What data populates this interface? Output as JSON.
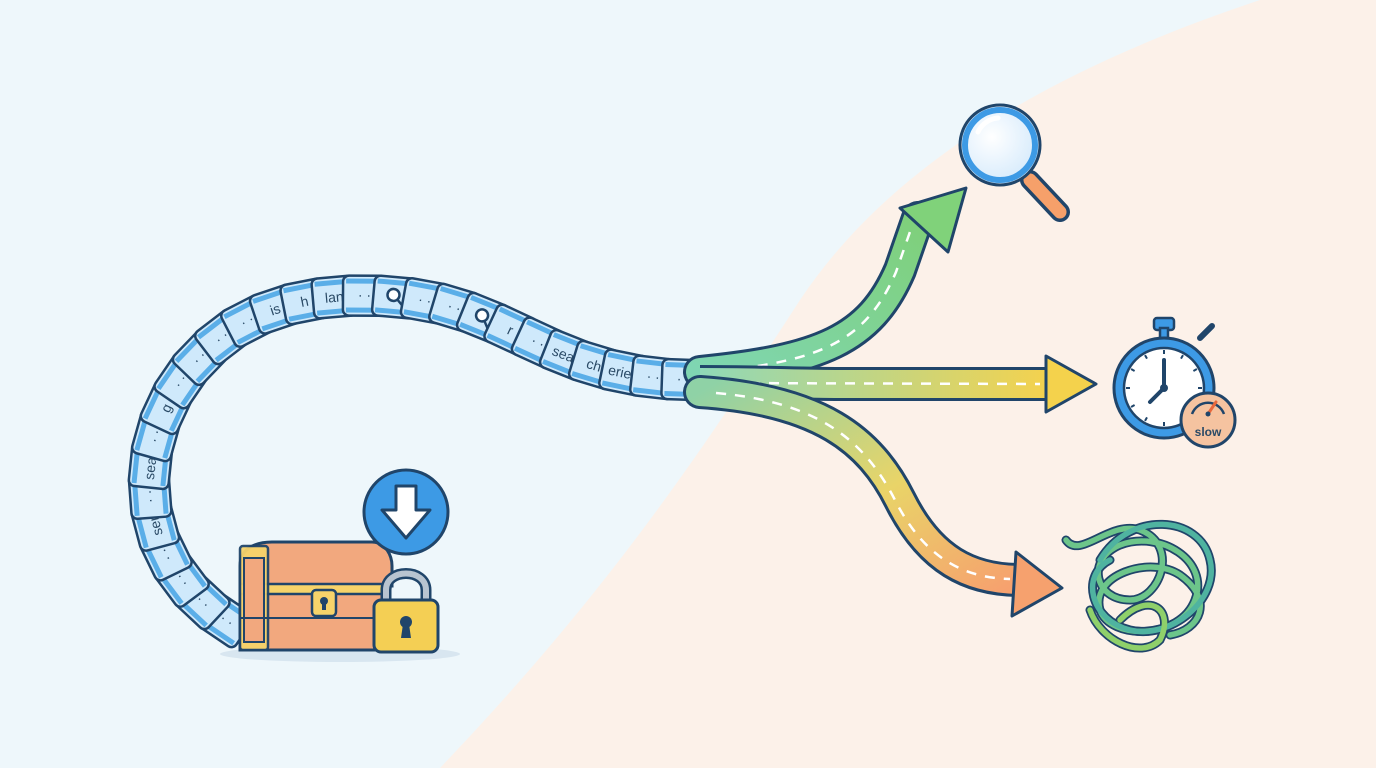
{
  "colors": {
    "bg_left": "#eef7fb",
    "bg_right": "#fcf1e9",
    "outline": "#20456a",
    "token_fill": "#cfe9fb",
    "token_stripe": "#5aaee8",
    "blue_accent": "#3d9ae5",
    "green": "#6cc58a",
    "yellow": "#f4d24f",
    "orange": "#f6a56a",
    "chest_wood": "#f2a87e",
    "chest_trim": "#f6d36a",
    "lock_gold": "#f4cf54"
  },
  "stream": {
    "tokens": [
      "",
      "",
      "",
      "",
      "ser",
      "",
      "sear",
      "",
      "g",
      "",
      "",
      "",
      "",
      "is",
      "h",
      "lan",
      "",
      "",
      "",
      "",
      "",
      "r",
      "",
      "sear",
      "ch",
      "eries",
      "",
      ""
    ],
    "search_glyph_positions": [
      17,
      20
    ]
  },
  "icons": {
    "download": "download-arrow-icon",
    "chest": "treasure-chest-icon",
    "lock": "padlock-icon",
    "magnifier": "magnifying-glass-icon",
    "stopwatch": "stopwatch-icon",
    "gauge": "speed-gauge-icon",
    "tangle": "tangled-knot-icon"
  },
  "outcomes": [
    {
      "id": "found",
      "icon": "magnifying-glass-icon",
      "label": ""
    },
    {
      "id": "slow",
      "icon": "stopwatch-icon",
      "label": "slow"
    },
    {
      "id": "tangled",
      "icon": "tangled-knot-icon",
      "label": ""
    }
  ]
}
